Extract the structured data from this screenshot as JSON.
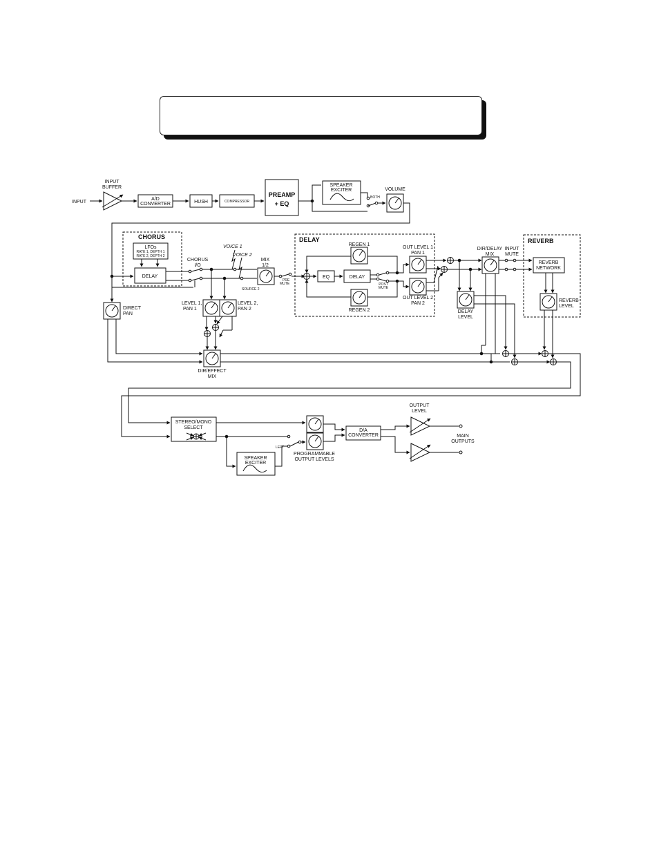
{
  "header": {
    "title": ""
  },
  "colors": {
    "line": "#111111",
    "background": "#ffffff"
  },
  "labels": {
    "input": "INPUT",
    "input_buffer_1": "INPUT",
    "input_buffer_2": "BUFFER",
    "ad_1": "A/D",
    "ad_2": "CONVERTER",
    "hush": "HUSH",
    "compressor": "COMPRESSOR",
    "preamp_1": "PREAMP",
    "preamp_2": "+ EQ",
    "speaker_exciter_1": "SPEAKER",
    "speaker_exciter_2": "EXCITER",
    "both": "BOTH",
    "volume": "VOLUME",
    "chorus_title": "CHORUS",
    "lfos": "LFOs",
    "lfo_params_1": "RATE 1, DEPTH 1",
    "lfo_params_2": "RATE 2, DEPTH 2",
    "chorus_delay": "DELAY",
    "chorus_io_1": "CHORUS",
    "chorus_io_2": "I/O",
    "voice1": "VOICE 1",
    "voice2": "VOICE 2",
    "mix12_1": "MIX",
    "mix12_2": "1/2",
    "source2": "SOURCE 2",
    "pre_mute_1": "PRE",
    "pre_mute_2": "MUTE",
    "level1_1": "LEVEL 1,",
    "level1_2": "PAN 1",
    "level2_1": "LEVEL 2,",
    "level2_2": "PAN 2",
    "direct_pan_1": "DIRECT",
    "direct_pan_2": "PAN",
    "dir_effect_1": "DIR/EFFECT",
    "dir_effect_2": "MIX",
    "delay_title": "DELAY",
    "regen1": "REGEN 1",
    "regen2": "REGEN 2",
    "eq": "EQ",
    "delay_block": "DELAY",
    "post_mute_1": "POST",
    "post_mute_2": "MUTE",
    "out_level1_1": "OUT LEVEL 1",
    "out_level1_2": "PAN 1",
    "out_level2_1": "OUT LEVEL 2",
    "out_level2_2": "PAN 2",
    "dir_delay_1": "DIR/DELAY",
    "dir_delay_2": "MIX",
    "delay_level_1": "DELAY",
    "delay_level_2": "LEVEL",
    "input_mute_1": "INPUT",
    "input_mute_2": "MUTE",
    "reverb_title": "REVERB",
    "reverb_net_1": "REVERB",
    "reverb_net_2": "NETWORK",
    "reverb_level_1": "REVERB",
    "reverb_level_2": "LEVEL",
    "stereo_mono_1": "STEREO/MONO",
    "stereo_mono_2": "SELECT",
    "left": "LEFT",
    "speaker_exciter2_1": "SPEAKER",
    "speaker_exciter2_2": "EXCITER",
    "prog_out_1": "PROGRAMMABLE",
    "prog_out_2": "OUTPUT LEVELS",
    "da_1": "D/A",
    "da_2": "CONVERTER",
    "output_level_1": "OUTPUT",
    "output_level_2": "LEVEL",
    "main_outputs_1": "MAIN",
    "main_outputs_2": "OUTPUTS"
  }
}
